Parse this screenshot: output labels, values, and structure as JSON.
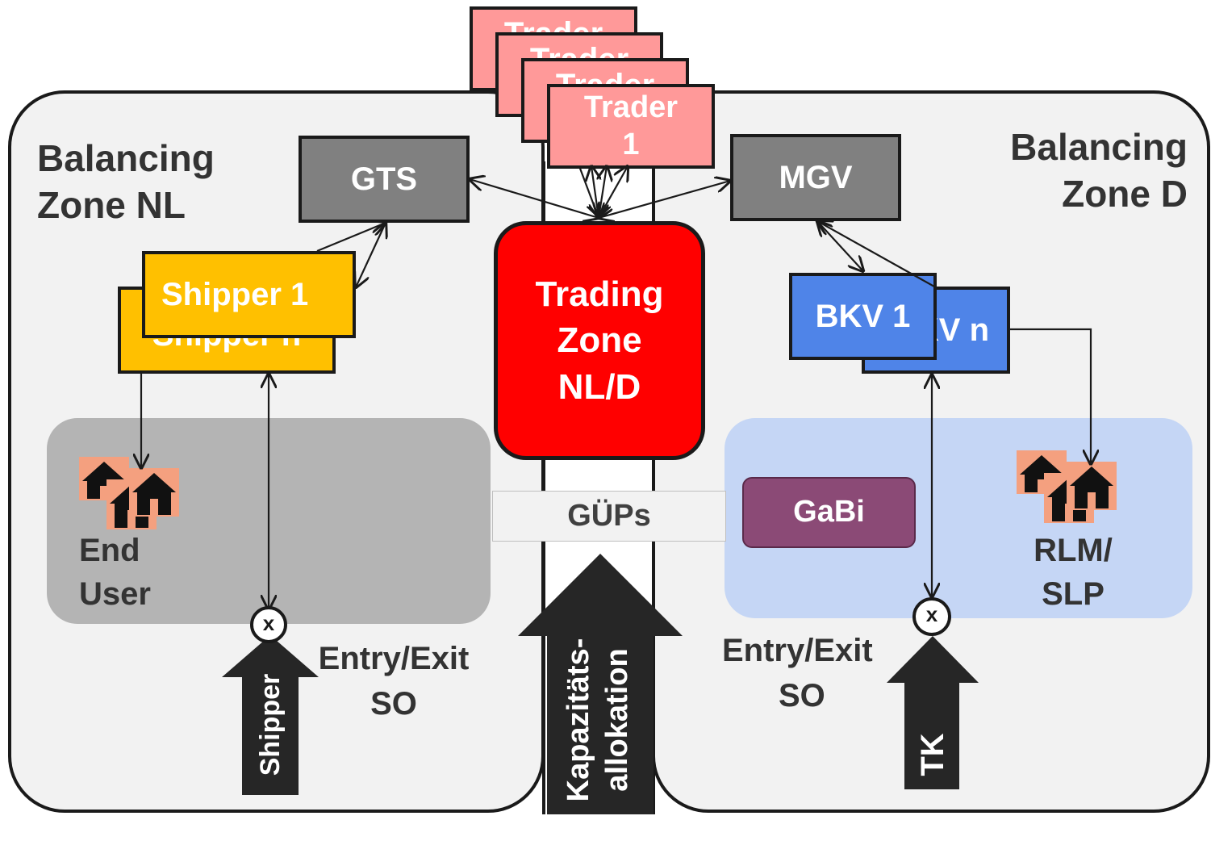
{
  "zones": {
    "nl": {
      "line1": "Balancing",
      "line2": "Zone NL"
    },
    "d": {
      "line1": "Balancing",
      "line2": "Zone D"
    }
  },
  "nodes": {
    "traders": [
      "Trader",
      "Trader",
      "Trader",
      "Trader"
    ],
    "trader_front": {
      "line1": "Trader",
      "line2": "1"
    },
    "gts": "GTS",
    "mgv": "MGV",
    "shipper_front": "Shipper 1",
    "shipper_back": "Shipper n",
    "bkv_front": "BKV 1",
    "bkv_back": "BKV n",
    "trading_zone": {
      "line1": "Trading",
      "line2": "Zone",
      "line3": "NL/D"
    },
    "gueps": "GÜPs",
    "gabi": "GaBi"
  },
  "areas": {
    "end_user": {
      "line1": "End",
      "line2": "User"
    },
    "rlm_slp": {
      "line1": "RLM/",
      "line2": "SLP"
    },
    "entry_exit_nl": {
      "line1": "Entry/Exit",
      "line2": "SO"
    },
    "entry_exit_d": {
      "line1": "Entry/Exit",
      "line2": "SO"
    }
  },
  "arrows": {
    "shipper": "Shipper",
    "tk": "TK",
    "kapazitaet": {
      "line1": "Kapazitäts-",
      "line2": "allokation"
    }
  },
  "markers": {
    "x_nl": "x",
    "x_d": "x"
  },
  "colors": {
    "trader_fill": "#ff9999",
    "gray_box": "#808080",
    "shipper_fill": "#ffc000",
    "bkv_fill": "#4f84e8",
    "trading_zone": "#ff0000",
    "gabi_fill": "#8b4a76",
    "end_user_area": "#b4b4b4",
    "rlm_area": "#c5d6f5",
    "house": "#f4a07f"
  },
  "icons": {
    "end_user": "houses-icon",
    "rlm_slp": "houses-icon"
  }
}
